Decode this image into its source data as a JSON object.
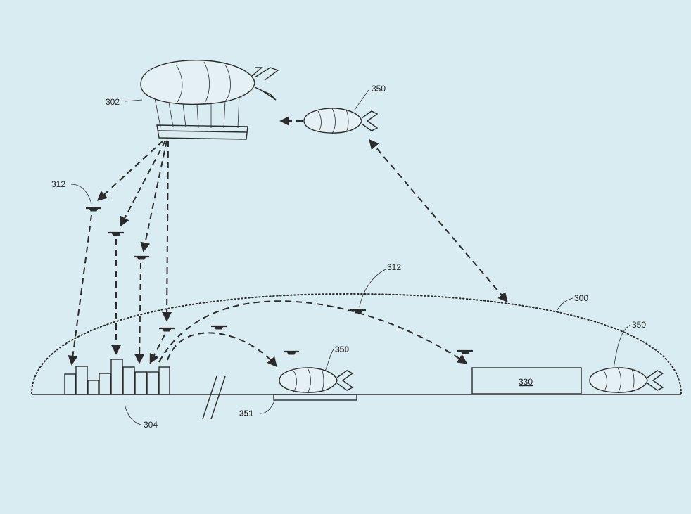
{
  "labels": {
    "airship_main": "302",
    "uav_top": "312",
    "uav_mid": "312",
    "shuttle_top": "350",
    "shuttle_ground": "350",
    "shuttle_right": "350",
    "boundary": "300",
    "materials_area": "304",
    "facility": "330",
    "pad": "351"
  },
  "colors": {
    "background": "#d9ecf2",
    "ink": "#2b2b2b"
  }
}
